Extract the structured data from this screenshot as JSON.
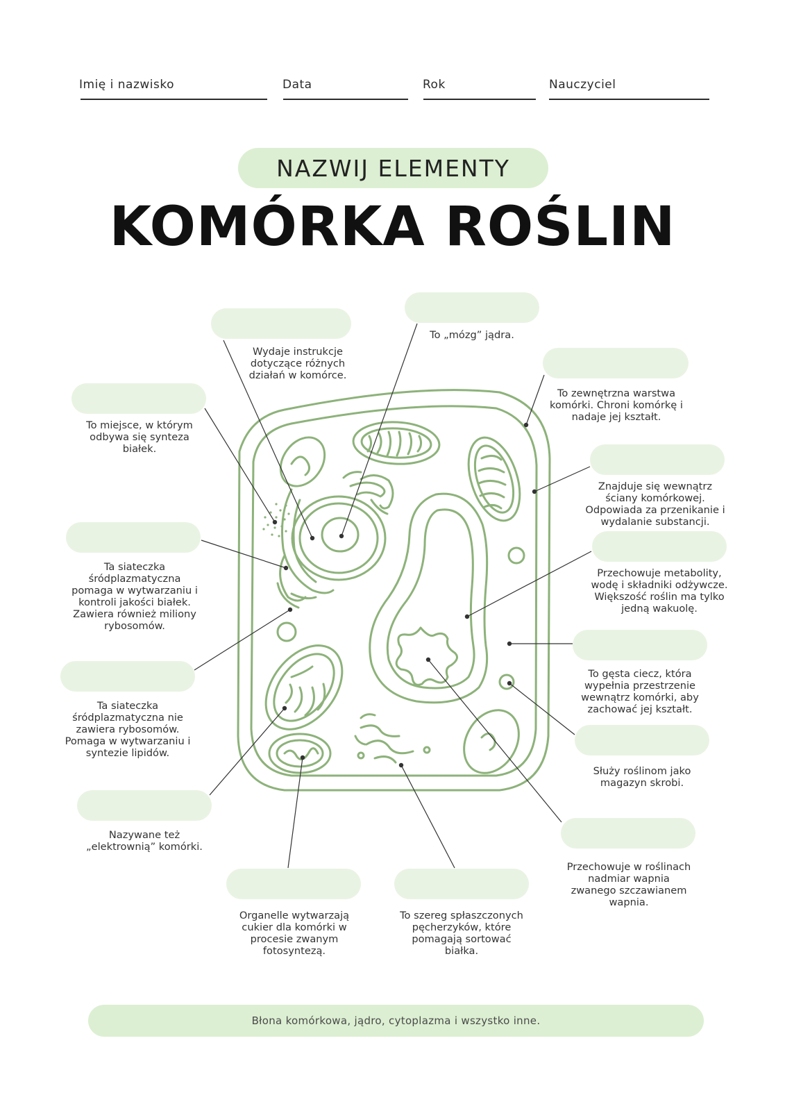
{
  "header": {
    "name_label": "Imię i nazwisko",
    "date_label": "Data",
    "year_label": "Rok",
    "teacher_label": "Nauczyciel"
  },
  "subtitle": "NAZWIJ ELEMENTY",
  "title": "KOMÓRKA ROŚLIN",
  "labels": [
    {
      "id": "nucleus",
      "text": "Wydaje instrukcje dotyczące różnych działań w komórce."
    },
    {
      "id": "nucleolus",
      "text": "To „mózg” jądra."
    },
    {
      "id": "cell-wall",
      "text": "To zewnętrzna warstwa komórki. Chroni komórkę i nadaje jej kształt."
    },
    {
      "id": "ribosomes",
      "text": "To miejsce, w którym odbywa się synteza białek."
    },
    {
      "id": "cell-membrane",
      "text": "Znajduje się wewnątrz ściany komórkowej. Odpowiada za przenikanie i wydalanie substancji."
    },
    {
      "id": "vacuole",
      "text": "Przechowuje metabolity, wodę i składniki odżywcze. Większość roślin ma tylko jedną wakuolę."
    },
    {
      "id": "rough-er",
      "text": "Ta siateczka śródplazmatyczna pomaga w wytwarzaniu i kontroli jakości białek. Zawiera również miliony rybosomów."
    },
    {
      "id": "cytoplasm",
      "text": "To gęsta ciecz, która wypełnia przestrzenie wewnątrz komórki, aby zachować jej kształt."
    },
    {
      "id": "smooth-er",
      "text": "Ta siateczka śródplazmatyczna nie zawiera rybosomów. Pomaga w wytwarzaniu i syntezie lipidów."
    },
    {
      "id": "amyloplast",
      "text": "Służy roślinom jako magazyn skrobi."
    },
    {
      "id": "mitochondria",
      "text": "Nazywane też „elektrownią” komórki."
    },
    {
      "id": "crystal",
      "text": "Przechowuje w roślinach nadmiar wapnia zwanego szczawianem wapnia."
    },
    {
      "id": "chloroplast",
      "text": "Organelle wytwarzają cukier dla komórki w procesie zwanym fotosyntezą."
    },
    {
      "id": "golgi",
      "text": "To szereg spłaszczonych pęcherzyków, które pomagają sortować białka."
    }
  ],
  "footer": "Błona komórkowa, jądro, cytoplazma i wszystko inne.",
  "colors": {
    "pill": "#e9f3e3",
    "accent_pill": "#dcefd2",
    "cell_stroke": "#8db27a",
    "leader": "#333333"
  }
}
